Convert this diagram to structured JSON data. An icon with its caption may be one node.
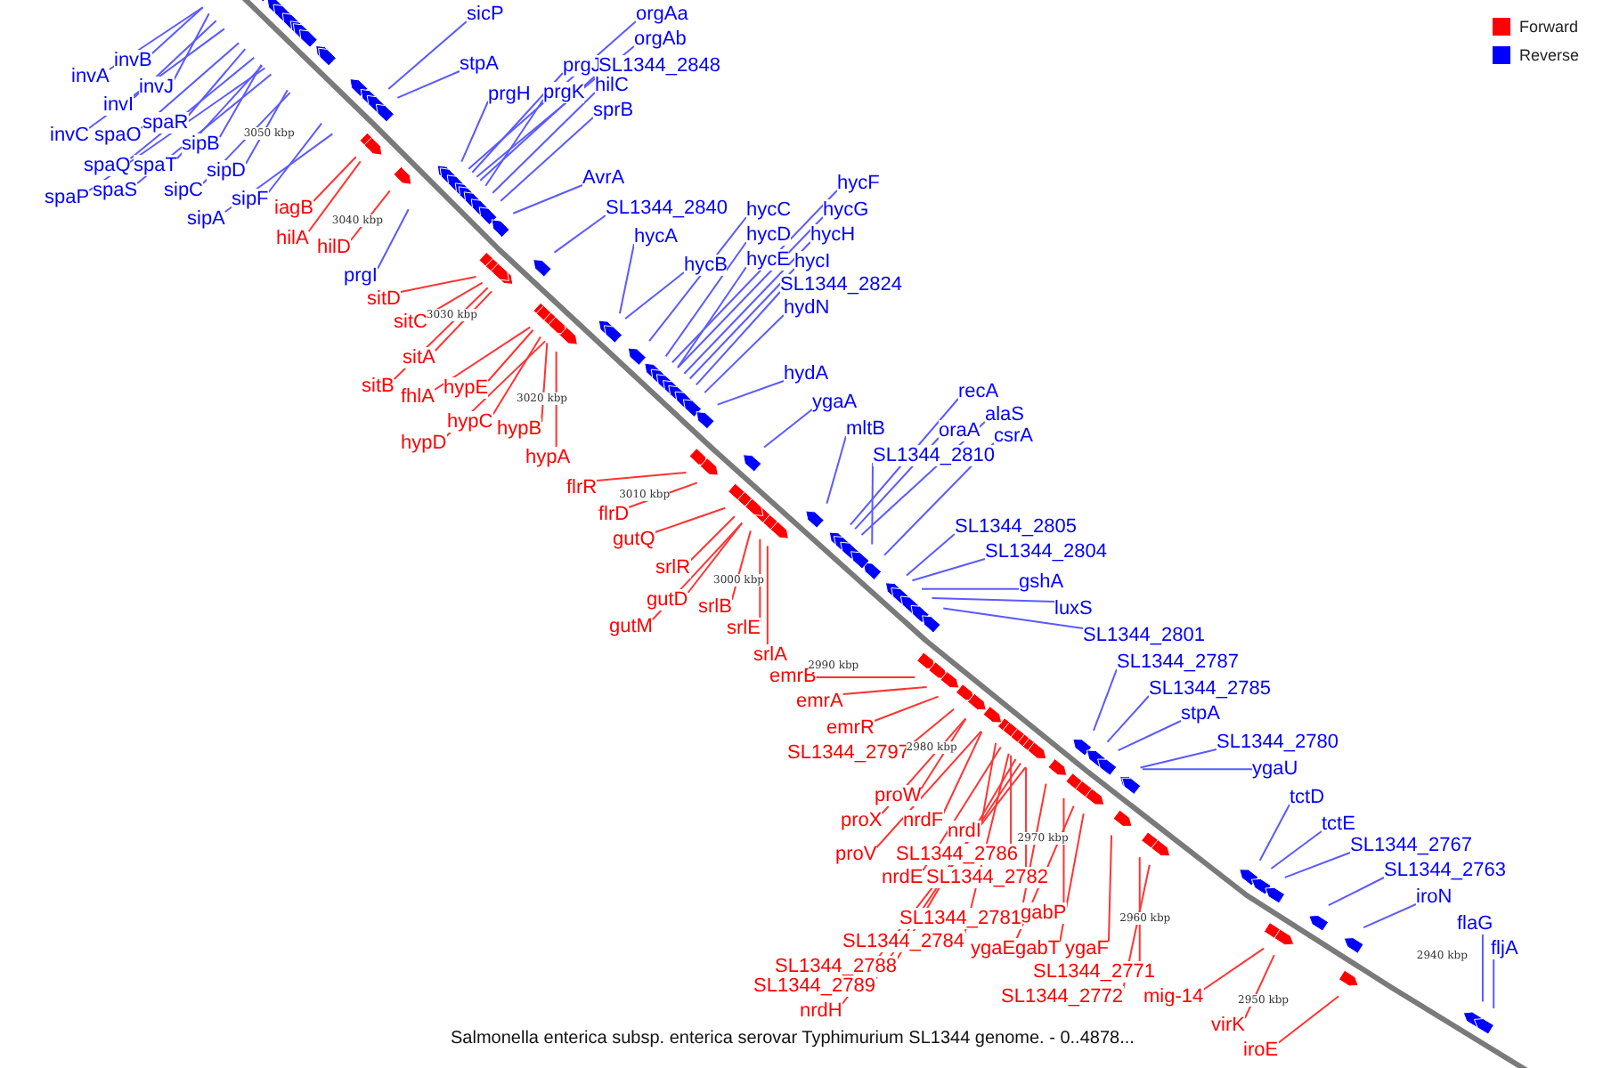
{
  "diagram": {
    "caption": "Salmonella enterica subsp. enterica serovar Typhimurium SL1344 genome. - 0..4878...",
    "nodes": [
      {
        "text": [
          "invA"
        ]
      },
      {
        "text": [
          "invB"
        ]
      },
      {
        "text": [
          "invJ"
        ]
      },
      {
        "text": [
          "invI"
        ]
      },
      {
        "text": [
          "invC"
        ]
      },
      {
        "text": [
          "spaO"
        ]
      },
      {
        "text": [
          "spaR"
        ]
      },
      {
        "text": [
          "sipB"
        ]
      },
      {
        "text": [
          "spaQ"
        ]
      },
      {
        "text": [
          "spaT"
        ]
      },
      {
        "text": [
          "sipD"
        ]
      },
      {
        "text": [
          "spaP"
        ]
      },
      {
        "text": [
          "spaS"
        ]
      },
      {
        "text": [
          "sipC"
        ]
      },
      {
        "text": [
          "sipF"
        ]
      },
      {
        "text": [
          "sipA"
        ]
      },
      {
        "text": [
          "iagB"
        ]
      },
      {
        "text": [
          "hilA"
        ]
      },
      {
        "text": [
          "hilD"
        ]
      },
      {
        "text": [
          "prgI"
        ]
      },
      {
        "text": [
          "sitD"
        ]
      },
      {
        "text": [
          "sitC"
        ]
      },
      {
        "text": [
          "sitA"
        ]
      },
      {
        "text": [
          "sitB"
        ]
      },
      {
        "text": [
          "fhlA"
        ]
      },
      {
        "text": [
          "hypE"
        ]
      },
      {
        "text": [
          "hypC"
        ]
      },
      {
        "text": [
          "hypB"
        ]
      },
      {
        "text": [
          "hypD"
        ]
      },
      {
        "text": [
          "hypA"
        ]
      },
      {
        "text": [
          "sicP"
        ]
      },
      {
        "text": [
          "stpA"
        ]
      },
      {
        "text": [
          "prgH"
        ]
      },
      {
        "text": [
          "prgJ"
        ]
      },
      {
        "text": [
          "orgAa"
        ]
      },
      {
        "text": [
          "orgAb"
        ]
      },
      {
        "text": [
          "SL1344_2848"
        ]
      },
      {
        "text": [
          "prgK"
        ]
      },
      {
        "text": [
          "hilC"
        ]
      },
      {
        "text": [
          "sprB"
        ]
      },
      {
        "text": [
          "AvrA"
        ]
      },
      {
        "text": [
          "SL1344_2840"
        ]
      },
      {
        "text": [
          "hycA"
        ]
      },
      {
        "text": [
          "hycB"
        ]
      },
      {
        "text": [
          "hycC"
        ]
      },
      {
        "text": [
          "hycD"
        ]
      },
      {
        "text": [
          "hycE"
        ]
      },
      {
        "text": [
          "hycF"
        ]
      },
      {
        "text": [
          "hycG"
        ]
      },
      {
        "text": [
          "hycH"
        ]
      },
      {
        "text": [
          "hycI"
        ]
      },
      {
        "text": [
          "SL1344_2824"
        ]
      },
      {
        "text": [
          "hydN"
        ]
      },
      {
        "text": [
          "hydA"
        ]
      },
      {
        "text": [
          "ygaA"
        ]
      },
      {
        "text": [
          "mltB"
        ]
      },
      {
        "text": [
          "recA"
        ]
      },
      {
        "text": [
          "oraA"
        ]
      },
      {
        "text": [
          "alaS"
        ]
      },
      {
        "text": [
          "csrA"
        ]
      },
      {
        "text": [
          "SL1344_2810"
        ]
      },
      {
        "text": [
          "SL1344_2805"
        ]
      },
      {
        "text": [
          "SL1344_2804"
        ]
      },
      {
        "text": [
          "gshA"
        ]
      },
      {
        "text": [
          "luxS"
        ]
      },
      {
        "text": [
          "SL1344_2801"
        ]
      },
      {
        "text": [
          "SL1344_2787"
        ]
      },
      {
        "text": [
          "SL1344_2785"
        ]
      },
      {
        "text": [
          "stpA"
        ]
      },
      {
        "text": [
          "SL1344_2780"
        ]
      },
      {
        "text": [
          "ygaU"
        ]
      },
      {
        "text": [
          "tctD"
        ]
      },
      {
        "text": [
          "tctE"
        ]
      },
      {
        "text": [
          "SL1344_2767"
        ]
      },
      {
        "text": [
          "SL1344_2763"
        ]
      },
      {
        "text": [
          "iroN"
        ]
      },
      {
        "text": [
          "flaG"
        ]
      },
      {
        "text": [
          "fljA"
        ]
      },
      {
        "text": [
          "flrR"
        ]
      },
      {
        "text": [
          "flrD"
        ]
      },
      {
        "text": [
          "gutQ"
        ]
      },
      {
        "text": [
          "srlR"
        ]
      },
      {
        "text": [
          "gutD"
        ]
      },
      {
        "text": [
          "srlB"
        ]
      },
      {
        "text": [
          "gutM"
        ]
      },
      {
        "text": [
          "srlE"
        ]
      },
      {
        "text": [
          "srlA"
        ]
      },
      {
        "text": [
          "emrB"
        ]
      },
      {
        "text": [
          "emrA"
        ]
      },
      {
        "text": [
          "emrR"
        ]
      },
      {
        "text": [
          "SL1344_2797"
        ]
      },
      {
        "text": [
          "proW"
        ]
      },
      {
        "text": [
          "proX"
        ]
      },
      {
        "text": [
          "nrdF"
        ]
      },
      {
        "text": [
          "nrdI"
        ]
      },
      {
        "text": [
          "SL1344_2786"
        ]
      },
      {
        "text": [
          "proV"
        ]
      },
      {
        "text": [
          "nrdE"
        ]
      },
      {
        "text": [
          "SL1344_2782"
        ]
      },
      {
        "text": [
          "SL1344_2781"
        ]
      },
      {
        "text": [
          "gabP"
        ]
      },
      {
        "text": [
          "SL1344_2784"
        ]
      },
      {
        "text": [
          "ygaE"
        ]
      },
      {
        "text": [
          "gabT"
        ]
      },
      {
        "text": [
          "ygaF"
        ]
      },
      {
        "text": [
          "SL1344_2788"
        ]
      },
      {
        "text": [
          "SL1344_2771"
        ]
      },
      {
        "text": [
          "SL1344_2789"
        ]
      },
      {
        "text": [
          "SL1344_2772"
        ]
      },
      {
        "text": [
          "mig-14"
        ]
      },
      {
        "text": [
          "nrdH"
        ]
      },
      {
        "text": [
          "virK"
        ]
      },
      {
        "text": [
          "iroE"
        ]
      }
    ],
    "edges": [
      {
        "from": 0,
        "to": null,
        "arrow": "none"
      },
      {
        "from": 1,
        "to": null,
        "arrow": "none"
      },
      {
        "from": 2,
        "to": null,
        "arrow": "none"
      },
      {
        "from": 3,
        "to": null,
        "arrow": "none"
      },
      {
        "from": 4,
        "to": null,
        "arrow": "none"
      },
      {
        "from": 5,
        "to": null,
        "arrow": "none"
      },
      {
        "from": 6,
        "to": null,
        "arrow": "none"
      },
      {
        "from": 7,
        "to": null,
        "arrow": "none"
      },
      {
        "from": 8,
        "to": null,
        "arrow": "none"
      },
      {
        "from": 9,
        "to": null,
        "arrow": "none"
      },
      {
        "from": 10,
        "to": null,
        "arrow": "none"
      },
      {
        "from": 11,
        "to": null,
        "arrow": "none"
      },
      {
        "from": 12,
        "to": null,
        "arrow": "none"
      },
      {
        "from": 13,
        "to": null,
        "arrow": "none"
      },
      {
        "from": 14,
        "to": null,
        "arrow": "none"
      },
      {
        "from": 15,
        "to": null,
        "arrow": "none"
      },
      {
        "from": 16,
        "to": null,
        "arrow": "none",
        "color": "#ff3333"
      },
      {
        "from": 17,
        "to": null,
        "arrow": "none",
        "color": "#ff3333"
      },
      {
        "from": 18,
        "to": null,
        "arrow": "none",
        "color": "#ff3333"
      },
      {
        "from": 19,
        "to": null,
        "arrow": "none"
      },
      {
        "from": 20,
        "to": null,
        "arrow": "none",
        "color": "#ff3333"
      },
      {
        "from": 21,
        "to": null,
        "arrow": "none",
        "color": "#ff3333"
      },
      {
        "from": 22,
        "to": null,
        "arrow": "none",
        "color": "#ff3333"
      },
      {
        "from": 23,
        "to": null,
        "arrow": "none",
        "color": "#ff3333"
      },
      {
        "from": 24,
        "to": null,
        "arrow": "none",
        "color": "#ff3333"
      },
      {
        "from": 25,
        "to": null,
        "arrow": "none",
        "color": "#ff3333"
      },
      {
        "from": 26,
        "to": null,
        "arrow": "none",
        "color": "#ff3333"
      },
      {
        "from": 27,
        "to": null,
        "arrow": "none",
        "color": "#ff3333"
      },
      {
        "from": 28,
        "to": null,
        "arrow": "none",
        "color": "#ff3333"
      },
      {
        "from": 29,
        "to": null,
        "arrow": "none",
        "color": "#ff3333"
      },
      {
        "from": 30,
        "to": null,
        "arrow": "none"
      },
      {
        "from": 31,
        "to": null,
        "arrow": "none"
      },
      {
        "from": 32,
        "to": null,
        "arrow": "none"
      },
      {
        "from": 33,
        "to": null,
        "arrow": "none"
      },
      {
        "from": 34,
        "to": null,
        "arrow": "none"
      },
      {
        "from": 35,
        "to": null,
        "arrow": "none"
      },
      {
        "from": 36,
        "to": null,
        "arrow": "none"
      },
      {
        "from": 37,
        "to": null,
        "arrow": "none"
      },
      {
        "from": 38,
        "to": null,
        "arrow": "none"
      },
      {
        "from": 39,
        "to": null,
        "arrow": "none"
      },
      {
        "from": 40,
        "to": null,
        "arrow": "none"
      },
      {
        "from": 41,
        "to": null,
        "arrow": "none"
      },
      {
        "from": 42,
        "to": null,
        "arrow": "none"
      },
      {
        "from": 43,
        "to": null,
        "arrow": "none"
      },
      {
        "from": 44,
        "to": null,
        "arrow": "none"
      },
      {
        "from": 45,
        "to": null,
        "arrow": "none"
      },
      {
        "from": 46,
        "to": null,
        "arrow": "none"
      },
      {
        "from": 47,
        "to": null,
        "arrow": "none"
      },
      {
        "from": 48,
        "to": null,
        "arrow": "none"
      },
      {
        "from": 49,
        "to": null,
        "arrow": "none"
      },
      {
        "from": 50,
        "to": null,
        "arrow": "none"
      },
      {
        "from": 51,
        "to": null,
        "arrow": "none"
      },
      {
        "from": 52,
        "to": null,
        "arrow": "none"
      },
      {
        "from": 53,
        "to": null,
        "arrow": "none"
      },
      {
        "from": 54,
        "to": null,
        "arrow": "none"
      },
      {
        "from": 55,
        "to": null,
        "arrow": "none"
      },
      {
        "from": 56,
        "to": null,
        "arrow": "none"
      },
      {
        "from": 57,
        "to": null,
        "arrow": "none"
      },
      {
        "from": 58,
        "to": null,
        "arrow": "none"
      },
      {
        "from": 59,
        "to": null,
        "arrow": "none"
      },
      {
        "from": 60,
        "to": null,
        "arrow": "none"
      },
      {
        "from": 61,
        "to": null,
        "arrow": "none"
      },
      {
        "from": 62,
        "to": null,
        "arrow": "none"
      },
      {
        "from": 63,
        "to": null,
        "arrow": "none"
      },
      {
        "from": 64,
        "to": null,
        "arrow": "none"
      },
      {
        "from": 65,
        "to": null,
        "arrow": "none"
      },
      {
        "from": 66,
        "to": null,
        "arrow": "none"
      },
      {
        "from": 67,
        "to": null,
        "arrow": "none"
      },
      {
        "from": 68,
        "to": null,
        "arrow": "none"
      },
      {
        "from": 69,
        "to": null,
        "arrow": "none"
      },
      {
        "from": 70,
        "to": null,
        "arrow": "none"
      },
      {
        "from": 71,
        "to": null,
        "arrow": "none"
      },
      {
        "from": 72,
        "to": null,
        "arrow": "none"
      },
      {
        "from": 73,
        "to": null,
        "arrow": "none"
      },
      {
        "from": 74,
        "to": null,
        "arrow": "none"
      },
      {
        "from": 75,
        "to": null,
        "arrow": "none"
      },
      {
        "from": 76,
        "to": null,
        "arrow": "none"
      },
      {
        "from": 77,
        "to": null,
        "arrow": "none"
      },
      {
        "from": 78,
        "to": null,
        "arrow": "none",
        "color": "#ff3333"
      },
      {
        "from": 79,
        "to": null,
        "arrow": "none",
        "color": "#ff3333"
      },
      {
        "from": 80,
        "to": null,
        "arrow": "none",
        "color": "#ff3333"
      },
      {
        "from": 81,
        "to": null,
        "arrow": "none",
        "color": "#ff3333"
      },
      {
        "from": 82,
        "to": null,
        "arrow": "none",
        "color": "#ff3333"
      },
      {
        "from": 83,
        "to": null,
        "arrow": "none",
        "color": "#ff3333"
      },
      {
        "from": 84,
        "to": null,
        "arrow": "none",
        "color": "#ff3333"
      },
      {
        "from": 85,
        "to": null,
        "arrow": "none",
        "color": "#ff3333"
      },
      {
        "from": 86,
        "to": null,
        "arrow": "none",
        "color": "#ff3333"
      },
      {
        "from": 87,
        "to": null,
        "arrow": "none",
        "color": "#ff3333"
      },
      {
        "from": 88,
        "to": null,
        "arrow": "none",
        "color": "#ff3333"
      },
      {
        "from": 89,
        "to": null,
        "arrow": "none",
        "color": "#ff3333"
      },
      {
        "from": 90,
        "to": null,
        "arrow": "none",
        "color": "#ff3333"
      },
      {
        "from": 91,
        "to": null,
        "arrow": "none",
        "color": "#ff3333"
      },
      {
        "from": 92,
        "to": null,
        "arrow": "none",
        "color": "#ff3333"
      },
      {
        "from": 93,
        "to": null,
        "arrow": "none",
        "color": "#ff3333"
      },
      {
        "from": 94,
        "to": null,
        "arrow": "none",
        "color": "#ff3333"
      },
      {
        "from": 95,
        "to": null,
        "arrow": "none",
        "color": "#ff3333"
      },
      {
        "from": 96,
        "to": null,
        "arrow": "none",
        "color": "#ff3333"
      },
      {
        "from": 97,
        "to": null,
        "arrow": "none",
        "color": "#ff3333"
      },
      {
        "from": 98,
        "to": null,
        "arrow": "none",
        "color": "#ff3333"
      },
      {
        "from": 99,
        "to": null,
        "arrow": "none",
        "color": "#ff3333"
      },
      {
        "from": 100,
        "to": null,
        "arrow": "none",
        "color": "#ff3333"
      },
      {
        "from": 101,
        "to": null,
        "arrow": "none",
        "color": "#ff3333"
      },
      {
        "from": 102,
        "to": null,
        "arrow": "none",
        "color": "#ff3333"
      },
      {
        "from": 103,
        "to": null,
        "arrow": "none",
        "color": "#ff3333"
      },
      {
        "from": 104,
        "to": null,
        "arrow": "none",
        "color": "#ff3333"
      },
      {
        "from": 105,
        "to": null,
        "arrow": "none",
        "color": "#ff3333"
      },
      {
        "from": 106,
        "to": null,
        "arrow": "none",
        "color": "#ff3333"
      },
      {
        "from": 107,
        "to": null,
        "arrow": "none",
        "color": "#ff3333"
      },
      {
        "from": 108,
        "to": null,
        "arrow": "none",
        "color": "#ff3333"
      },
      {
        "from": 109,
        "to": null,
        "arrow": "none",
        "color": "#ff3333"
      },
      {
        "from": 110,
        "to": null,
        "arrow": "none",
        "color": "#ff3333"
      },
      {
        "from": 111,
        "to": null,
        "arrow": "none",
        "color": "#ff3333"
      },
      {
        "from": 112,
        "to": null,
        "arrow": "none",
        "color": "#ff3333"
      }
    ],
    "labels": [
      "3050 kbp",
      "3040 kbp",
      "3030 kbp",
      "3020 kbp",
      "3010 kbp",
      "3000 kbp",
      "2990 kbp",
      "2980 kbp",
      "2970 kbp",
      "2960 kbp",
      "2950 kbp",
      "2940 kbp"
    ],
    "legend": [
      {
        "text": "Forward",
        "color": "#ff0000"
      },
      {
        "text": "Reverse",
        "color": "#0000ff"
      }
    ]
  }
}
